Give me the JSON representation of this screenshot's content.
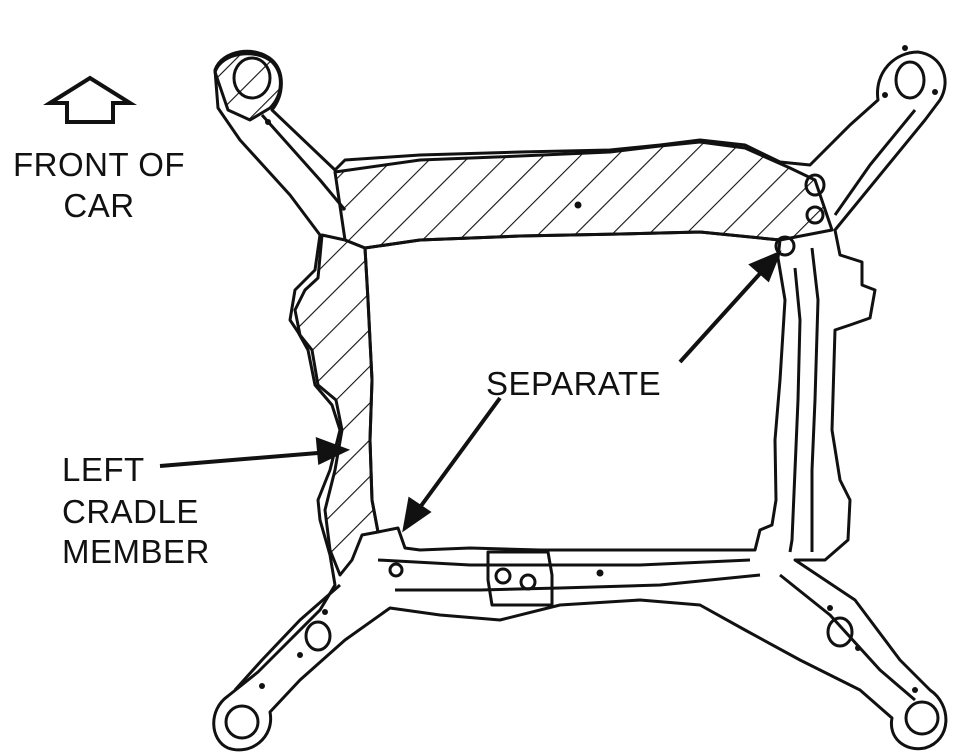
{
  "orientation": {
    "front_line1": "FRONT OF",
    "front_line2": "CAR",
    "arrow_icon": "up-arrow-outline-icon"
  },
  "labels": {
    "separate": "SEPARATE",
    "left_cradle_line1": "LEFT",
    "left_cradle_line2": "CRADLE",
    "left_cradle_line3": "MEMBER"
  },
  "colors": {
    "ink": "#111111",
    "paper": "#ffffff"
  }
}
